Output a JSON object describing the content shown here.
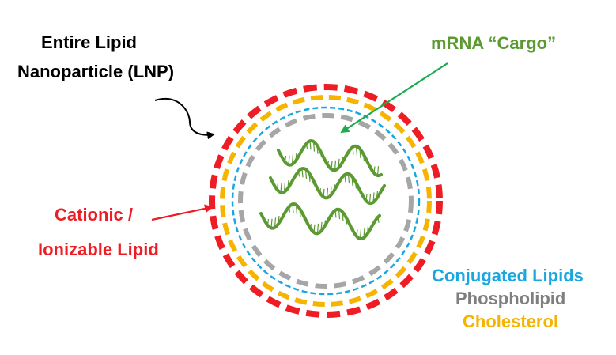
{
  "labels": {
    "lnp_line1": "Entire Lipid",
    "lnp_line2": "Nanoparticle (LNP)",
    "mrna": "mRNA “Cargo”",
    "cationic_line1": "Cationic /",
    "cationic_line2": "Ionizable Lipid",
    "conjugated": "Conjugated Lipids",
    "phospholipid": "Phospholipid",
    "cholesterol": "Cholesterol"
  },
  "colors": {
    "cationic_lipid": "#ee1c25",
    "cholesterol": "#f6b400",
    "conjugated_lipids": "#1aa7e0",
    "phospholipid": "#a6a6a6",
    "mrna": "#5b9a32",
    "mrna_arrow": "#1daa4f",
    "lnp_text": "#000000"
  },
  "icons": {
    "mrna_strand": "mrna-helix-icon",
    "lnp_arrow": "curved-arrow-icon"
  }
}
